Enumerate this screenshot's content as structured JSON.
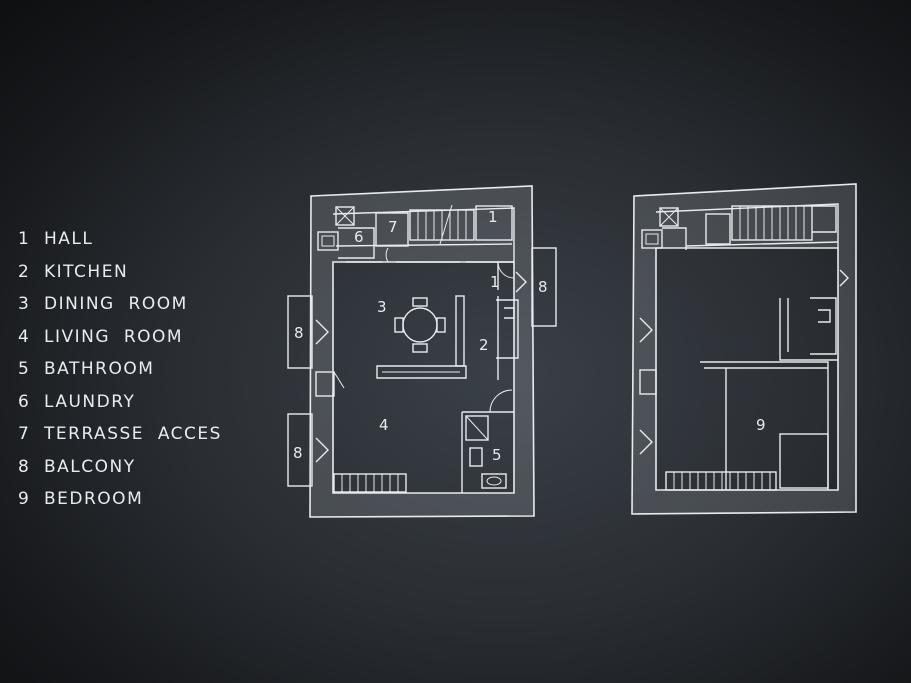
{
  "legend": [
    {
      "num": "1",
      "label": "HALL"
    },
    {
      "num": "2",
      "label": "KITCHEN"
    },
    {
      "num": "3",
      "label": "DINING  ROOM"
    },
    {
      "num": "4",
      "label": "LIVING  ROOM"
    },
    {
      "num": "5",
      "label": "BATHROOM"
    },
    {
      "num": "6",
      "label": "LAUNDRY"
    },
    {
      "num": "7",
      "label": "TERRASSE  ACCES"
    },
    {
      "num": "8",
      "label": "BALCONY"
    },
    {
      "num": "9",
      "label": "BEDROOM"
    }
  ],
  "plan1_labels": {
    "hall_top": "1",
    "hall_mid": "1",
    "kitchen": "2",
    "dining": "3",
    "living": "4",
    "bath": "5",
    "laundry": "6",
    "terrasse": "7",
    "balcony_right": "8",
    "balcony_left_top": "8",
    "balcony_left_bottom": "8"
  },
  "plan2_labels": {
    "bedroom": "9"
  }
}
